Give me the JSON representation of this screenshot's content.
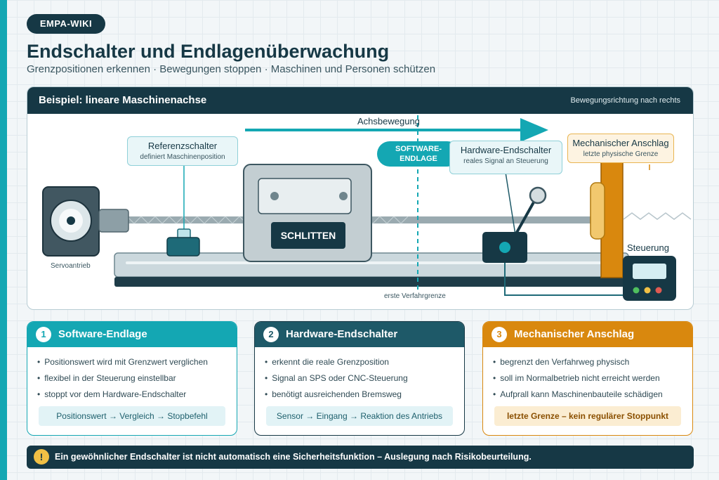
{
  "header": {
    "badge": "EMPA-WIKI",
    "title": "Endschalter und Endlagenüberwachung",
    "subtitle": "Grenzpositionen erkennen · Bewegungen stoppen · Maschinen und Personen schützen"
  },
  "example": {
    "title": "Beispiel: lineare Maschinenachse",
    "direction": "Bewegungsrichtung nach rechts",
    "motion_label": "Achsbewegung",
    "servo_label": "Servoantrieb",
    "sled_label": "SCHLITTEN",
    "first_limit_label": "erste Verfahrgrenze",
    "software_limit_label": "SOFTWARE-ENDLAGE",
    "control_label": "Steuerung",
    "reference": {
      "title": "Referenzschalter",
      "subtitle": "definiert Maschinenposition"
    },
    "hardware": {
      "title": "Hardware-Endschalter",
      "subtitle": "reales Signal an Steuerung"
    },
    "mechanical": {
      "title": "Mechanischer Anschlag",
      "subtitle": "letzte physische Grenze"
    }
  },
  "cards": [
    {
      "number": "1",
      "title": "Software-Endlage",
      "bullets": [
        "Positionswert wird mit Grenzwert verglichen",
        "flexibel in der Steuerung einstellbar",
        "stoppt vor dem Hardware-Endschalter"
      ],
      "flow": "Positionswert → Vergleich → Stopbefehl"
    },
    {
      "number": "2",
      "title": "Hardware-Endschalter",
      "bullets": [
        "erkennt die reale Grenzposition",
        "Signal an SPS oder CNC-Steuerung",
        "benötigt ausreichenden Bremsweg"
      ],
      "flow": "Sensor → Eingang → Reaktion des Antriebs"
    },
    {
      "number": "3",
      "title": "Mechanischer Anschlag",
      "bullets": [
        "begrenzt den Verfahrweg physisch",
        "soll im Normalbetrieb nicht erreicht werden",
        "Aufprall kann Maschinenbauteile schädigen"
      ],
      "flow": "letzte Grenze – kein regulärer Stoppunkt"
    }
  ],
  "warning": {
    "icon": "exclamation-icon",
    "text": "Ein gewöhnlicher Endschalter ist nicht automatisch eine Sicherheitsfunktion – Auslegung nach Risikobeurteilung."
  },
  "colors": {
    "navy": "#163845",
    "teal": "#14a7b3",
    "orange": "#d9880e",
    "background": "#f2f6f8"
  }
}
